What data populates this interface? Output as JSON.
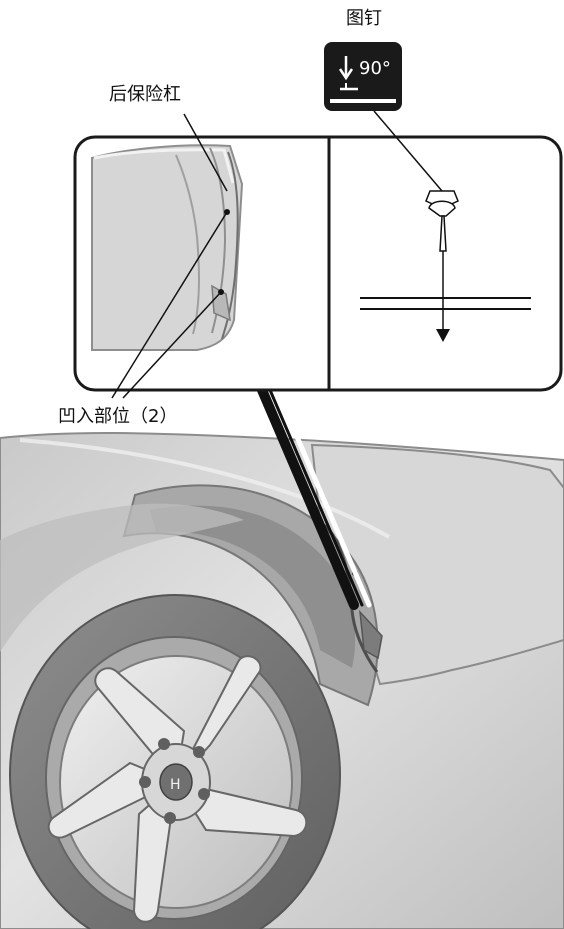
{
  "labels": {
    "pushpin": "图钉",
    "rear_bumper": "后保险杠",
    "recess_points": "凹入部位（2）",
    "install_angle": "90°"
  },
  "colors": {
    "background": "#ffffff",
    "line": "#111111",
    "car_body": "#d9d9d9",
    "car_shadow": "#9a9a9a",
    "tire": "#7a7a7a",
    "wheel": "#cfcfcf",
    "icon_bg": "#1a1a1a"
  },
  "icons": {
    "pushpin_symbol": "pushpin-90-degree-icon",
    "insertion_arrow": "down-arrow-icon"
  }
}
